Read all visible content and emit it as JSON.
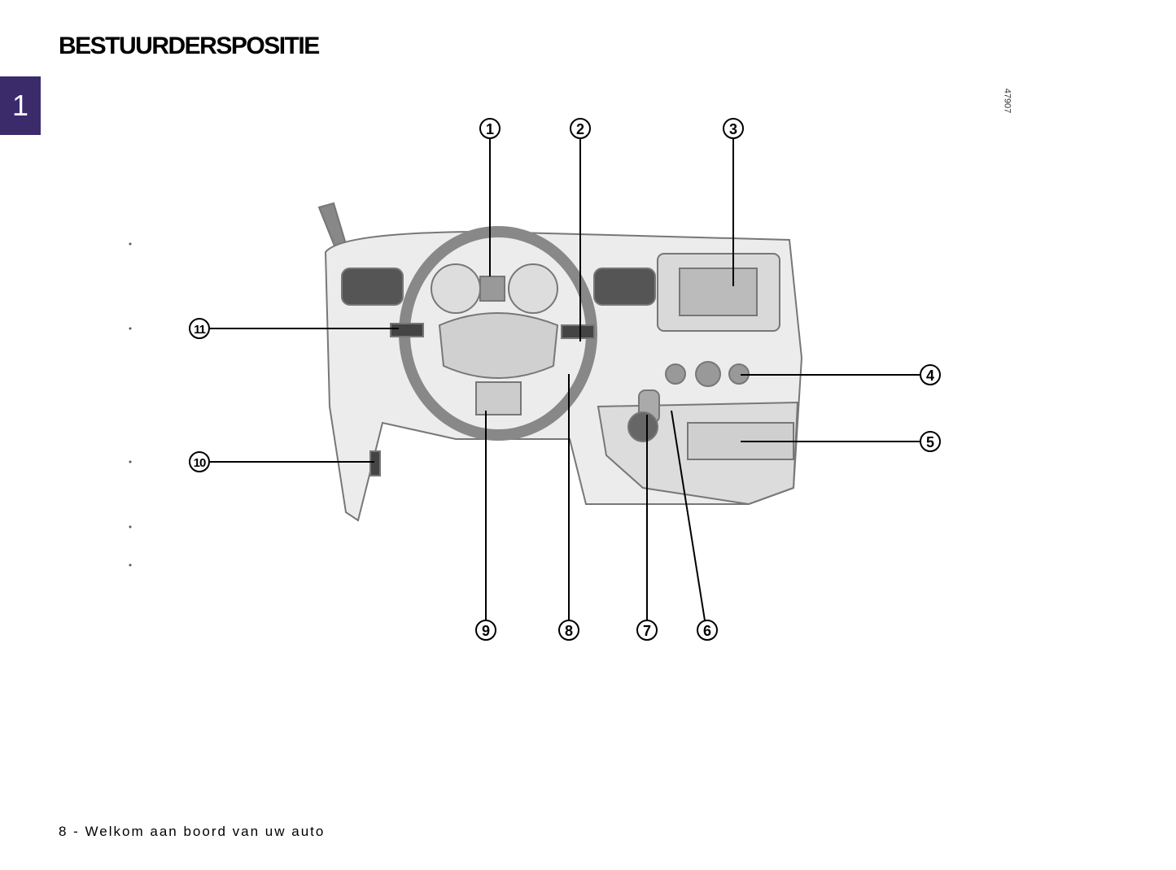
{
  "header": {
    "title": "BESTUURDERSPOSITIE",
    "chapter": "1"
  },
  "figure": {
    "id": "47907",
    "callouts": [
      "1",
      "2",
      "3",
      "4",
      "5",
      "6",
      "7",
      "8",
      "9",
      "10",
      "11"
    ]
  },
  "footer": {
    "text": "8 - Welkom aan boord van uw auto"
  }
}
